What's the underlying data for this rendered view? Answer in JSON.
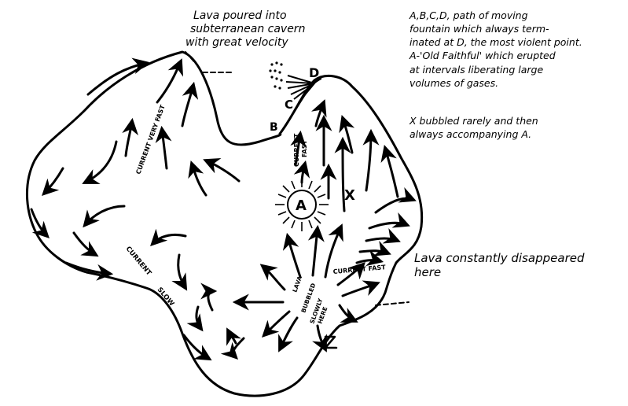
{
  "notes": {
    "cavern_line1": "Lava poured into",
    "cavern_line2": "subterranean cavern",
    "cavern_line3": "with great velocity",
    "legend_line1": "A,B,C,D, path of moving",
    "legend_line2": "fountain which always term-",
    "legend_line3": "inated at D, the most violent point.",
    "legend_line4": "A-'Old Faithful' which erupted",
    "legend_line5": "at intervals liberating large",
    "legend_line6": "volumes of gases.",
    "x_line1": "X bubbled rarely and then",
    "x_line2": "always accompanying A.",
    "disappear_line1": "Lava  constantly disappeared",
    "disappear_line2": "here"
  },
  "labels": {
    "current_very_fast": "CURRENT VERY FAST",
    "current_fast_vertical_1": "CURRENT",
    "current_fast_vertical_2": "FAST",
    "current_slow_1": "CURRENT",
    "current_slow_2": "SLOW",
    "current_fast_right": "CURRENT FAST",
    "bubbled_1": "LAVA",
    "bubbled_2": "BUBBLED",
    "bubbled_3": "SLOWLY",
    "bubbled_4": "HERE"
  },
  "points": {
    "A": "A",
    "B": "B",
    "C": "C",
    "D": "D",
    "X": "X",
    "Z": "Z"
  }
}
